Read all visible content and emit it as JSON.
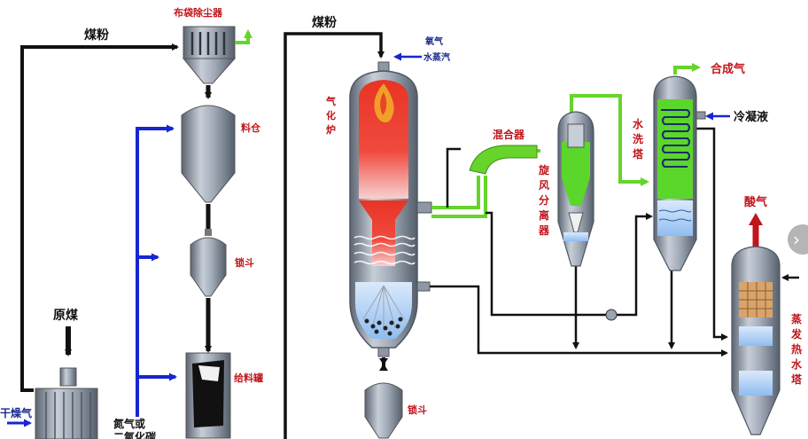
{
  "labels": {
    "coal_powder_left": "煤粉",
    "coal_powder_top": "煤粉",
    "bag_filter": "布袋除尘器",
    "silo": "料仓",
    "lock_hopper_1": "锁斗",
    "feed_tank": "给料罐",
    "lock_hopper_2": "锁斗",
    "raw_coal": "原煤",
    "drying_gas": "干燥气",
    "nitrogen_or_co2_1": "氮气或",
    "nitrogen_or_co2_2": "二氧化碳",
    "oxygen": "氧气",
    "steam": "水蒸汽",
    "gasifier_1": "气",
    "gasifier_2": "化",
    "gasifier_3": "炉",
    "mixer": "混合器",
    "cyclone": [
      "旋",
      "风",
      "分",
      "离",
      "器"
    ],
    "scrubber": [
      "水",
      "洗",
      "塔"
    ],
    "syngas": "合成气",
    "condensate": "冷凝液",
    "acid_gas": "酸气",
    "stripper": [
      "蒸",
      "发",
      "热",
      "水",
      "塔"
    ]
  },
  "colors": {
    "black_line": "#111111",
    "blue_line": "#1826d0",
    "green_line": "#66d42a",
    "red_label": "#c0151b",
    "vessel_gray": "#8d97a5",
    "flame_red": "#e8322a"
  },
  "nav": {
    "icon": "chevron-right-icon"
  }
}
